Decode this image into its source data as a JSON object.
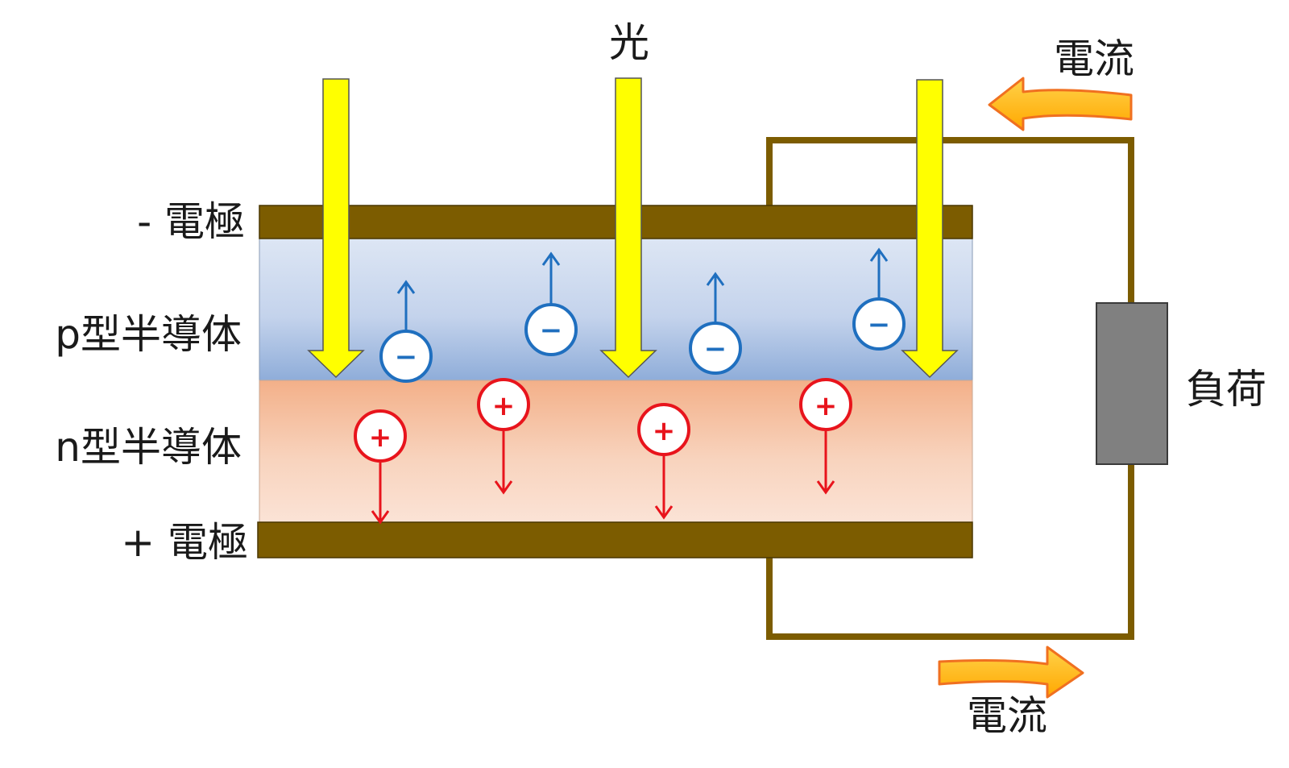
{
  "labels": {
    "light": "光",
    "negative_electrode": "- 電極",
    "positive_electrode": "+ 電極",
    "p_type": "p型半導体",
    "n_type": "n型半導体",
    "load": "負荷",
    "current_top": "電流",
    "current_bottom": "電流"
  },
  "charges": {
    "electron_symbol": "−",
    "hole_symbol": "+",
    "electron_count": 4,
    "hole_count": 4
  },
  "colors": {
    "electrode": "#7c5c00",
    "wire": "#7c5c00",
    "light_arrow": "#ffff00",
    "p_layer_top": "#dde6f4",
    "p_layer_bottom": "#9cb6de",
    "n_layer_top": "#f2b48c",
    "n_layer_bottom": "#fbe2d4",
    "electron": "#1f6fbf",
    "hole": "#e8141c",
    "load": "#808080",
    "current_arrow": "#ffc000",
    "current_arrow_edge": "#f07020"
  }
}
